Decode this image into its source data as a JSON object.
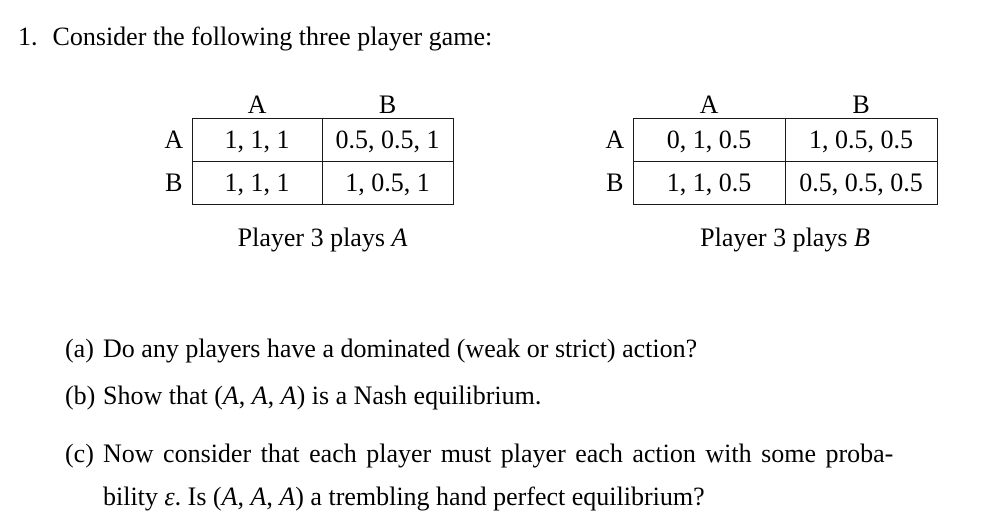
{
  "colors": {
    "background": "#ffffff",
    "text": "#000000",
    "table_border": "#1a1a1a"
  },
  "problem": {
    "number": "1.",
    "intro": "Consider the following three player game:"
  },
  "tables": [
    {
      "name": "player-3-plays-A",
      "col_headers": [
        "A",
        "B"
      ],
      "row_headers": [
        "A",
        "B"
      ],
      "cells": [
        [
          "1, 1, 1",
          "0.5, 0.5, 1"
        ],
        [
          "1, 1, 1",
          "1, 0.5, 1"
        ]
      ],
      "caption": {
        "prefix": "Player 3 plays ",
        "math": "A"
      }
    },
    {
      "name": "player-3-plays-B",
      "col_headers": [
        "A",
        "B"
      ],
      "row_headers": [
        "A",
        "B"
      ],
      "cells": [
        [
          "0, 1, 0.5",
          "1, 0.5, 0.5"
        ],
        [
          "1, 1, 0.5",
          "0.5, 0.5, 0.5"
        ]
      ],
      "caption": {
        "prefix": "Player 3 plays ",
        "math": "B"
      }
    }
  ],
  "questions": [
    {
      "label": "(a)",
      "lines": [
        [
          {
            "t": "Do any players have a dominated (weak or strict) action?",
            "i": false
          }
        ]
      ]
    },
    {
      "label": "(b)",
      "lines": [
        [
          {
            "t": "Show that (",
            "i": false
          },
          {
            "t": "A",
            "i": true
          },
          {
            "t": ", ",
            "i": false
          },
          {
            "t": "A",
            "i": true
          },
          {
            "t": ", ",
            "i": false
          },
          {
            "t": "A",
            "i": true
          },
          {
            "t": ") is a Nash equilibrium.",
            "i": false
          }
        ]
      ]
    },
    {
      "label": "(c)",
      "lines": [
        [
          {
            "t": "Now consider that each player must player each action with some proba-",
            "i": false
          }
        ],
        [
          {
            "t": "bility ",
            "i": false
          },
          {
            "t": "ε",
            "i": true
          },
          {
            "t": ". Is (",
            "i": false
          },
          {
            "t": "A",
            "i": true
          },
          {
            "t": ", ",
            "i": false
          },
          {
            "t": "A",
            "i": true
          },
          {
            "t": ", ",
            "i": false
          },
          {
            "t": "A",
            "i": true
          },
          {
            "t": ") a trembling hand perfect equilibrium?",
            "i": false
          }
        ]
      ]
    }
  ]
}
